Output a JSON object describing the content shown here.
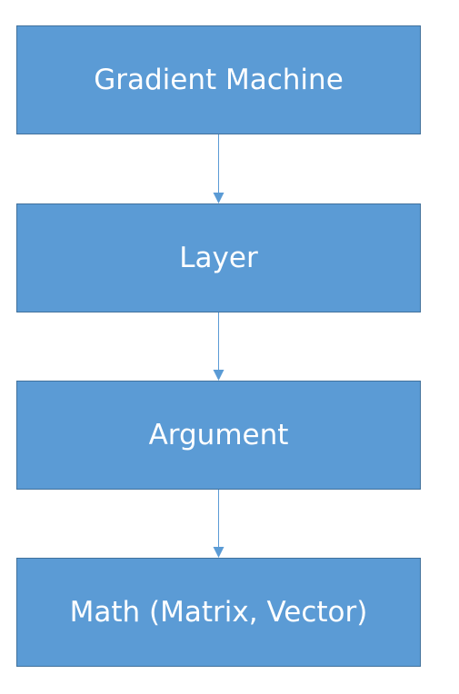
{
  "diagram": {
    "nodes": [
      {
        "id": "gradient-machine",
        "label": "Gradient Machine"
      },
      {
        "id": "layer",
        "label": "Layer"
      },
      {
        "id": "argument",
        "label": "Argument"
      },
      {
        "id": "math",
        "label": "Math (Matrix, Vector)"
      }
    ],
    "edges": [
      {
        "from": "gradient-machine",
        "to": "layer"
      },
      {
        "from": "layer",
        "to": "argument"
      },
      {
        "from": "argument",
        "to": "math"
      }
    ],
    "colors": {
      "box_fill": "#5b9bd5",
      "box_border": "#41719c",
      "arrow": "#5b9bd5",
      "text": "#ffffff"
    }
  }
}
